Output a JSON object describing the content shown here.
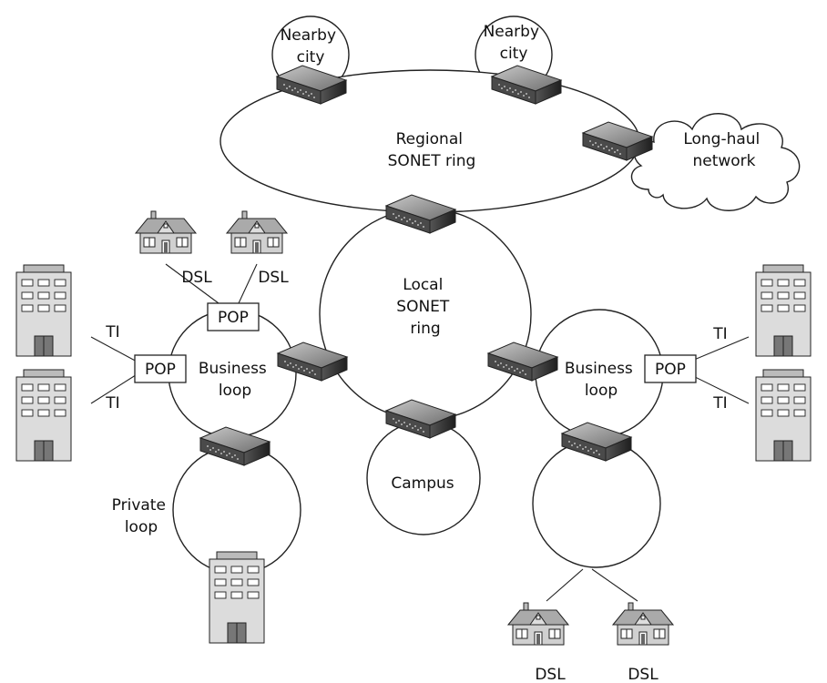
{
  "labels": {
    "nearby_city_1": [
      "Nearby",
      "city"
    ],
    "nearby_city_2": [
      "Nearby",
      "city"
    ],
    "regional_ring": [
      "Regional",
      "SONET ring"
    ],
    "long_haul": [
      "Long-haul",
      "network"
    ],
    "local_ring": [
      "Local",
      "SONET",
      "ring"
    ],
    "business_loop_left": [
      "Business",
      "loop"
    ],
    "business_loop_right": [
      "Business",
      "loop"
    ],
    "campus": "Campus",
    "private_loop": [
      "Private",
      "loop"
    ],
    "pop": "POP",
    "dsl": "DSL",
    "t1": "TI"
  },
  "colors": {
    "line": "#222222",
    "router_top": "#9a9a9a",
    "router_side": "#3a3a3a",
    "building_fill": "#dcdcdc",
    "house_fill": "#d0d0d0"
  },
  "icons": {
    "router": "router-icon",
    "house": "house-icon",
    "office_building": "office-building-icon",
    "cloud": "cloud-icon"
  }
}
